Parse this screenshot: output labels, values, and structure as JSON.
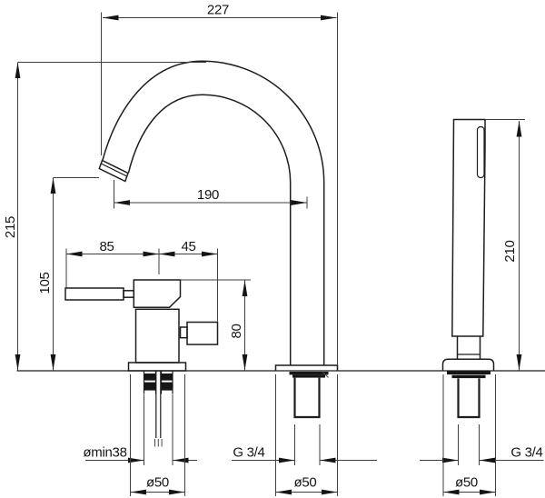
{
  "dims": {
    "spout_projection": "227",
    "total_height": "215",
    "outlet_height": "105",
    "spout_reach": "190",
    "handle_length": "85",
    "handle_offset": "45",
    "body_height": "80",
    "shower_height": "210",
    "min_hole": "ømin38",
    "spout_thread": "G 3/4",
    "shower_thread": "G 3/4",
    "mixer_hole": "ø50",
    "spout_hole": "ø50",
    "shower_hole": "ø50"
  }
}
